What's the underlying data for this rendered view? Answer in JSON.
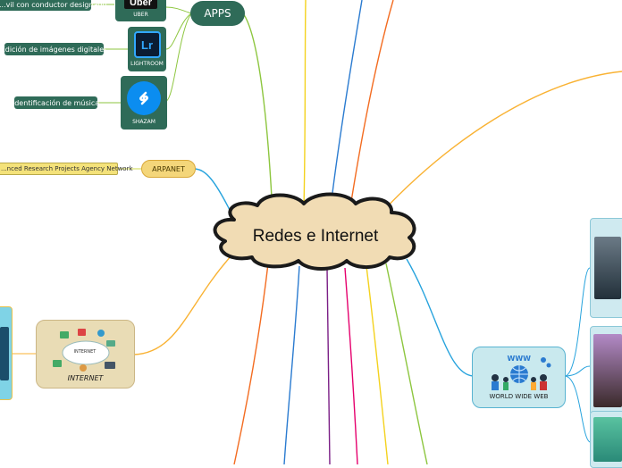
{
  "center": {
    "title": "Redes e Internet"
  },
  "apps": {
    "label": "APPS",
    "items": [
      {
        "name": "UBER",
        "logo": "Uber",
        "description": "...vil con conductor designado"
      },
      {
        "name": "LIGHTROOM",
        "logo": "Lr",
        "description": "Edición de imágenes digitales"
      },
      {
        "name": "SHAZAM",
        "logo": "shazam-icon",
        "description": "Identificación de música"
      }
    ]
  },
  "arpanet": {
    "label": "ARPANET",
    "description": "...nced Research Projects Agency Network"
  },
  "internet": {
    "label": "INTERNET",
    "illustration": "INTERNET"
  },
  "www": {
    "label": "WORLD WIDE WEB",
    "illustration": "WWW"
  },
  "colors": {
    "center_fill": "#f1dcb4",
    "apps_green": "#2f6b58",
    "arpanet_yellow": "#f4d67a",
    "branch_green": "#8dc63f",
    "branch_blue": "#2a7bd0",
    "branch_orange": "#f36c21",
    "branch_gold": "#f9b233",
    "branch_purple": "#7b1f86",
    "branch_pink": "#e5006d",
    "branch_cyan": "#27a3dd"
  }
}
